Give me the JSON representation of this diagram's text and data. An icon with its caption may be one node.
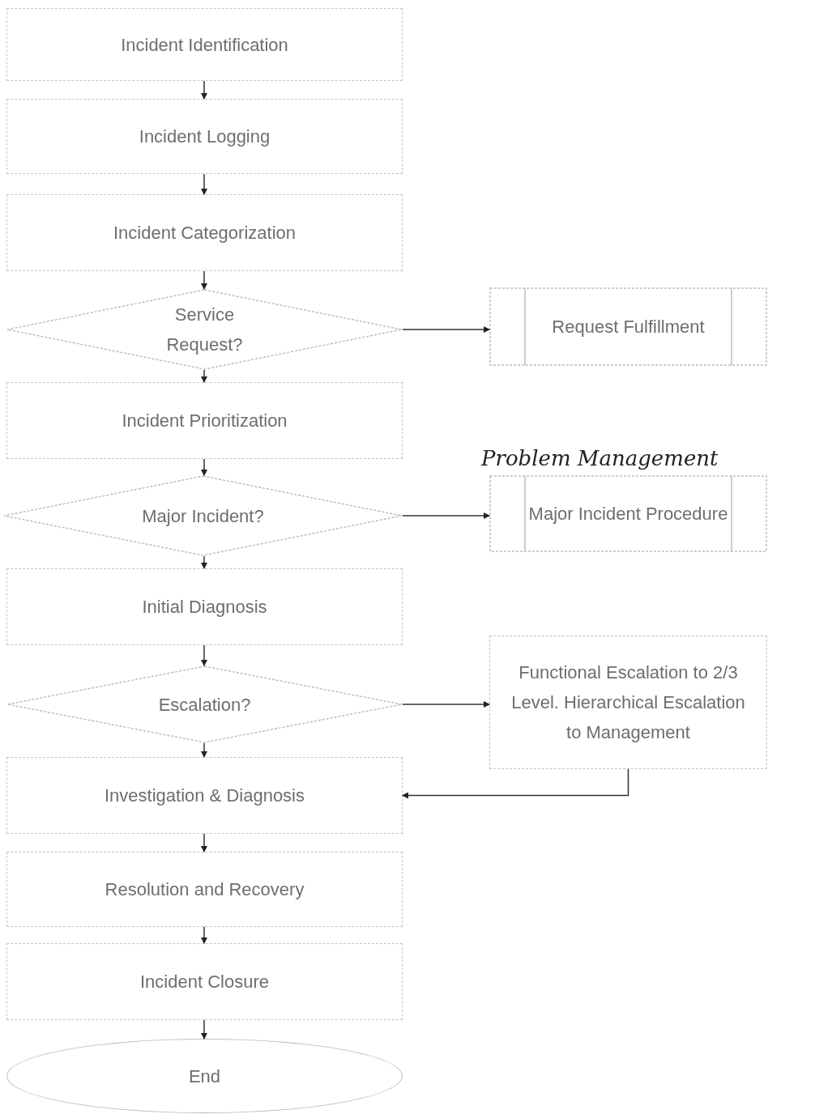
{
  "diagram": {
    "nodes": [
      {
        "text": [
          "Incident Identification"
        ]
      },
      {
        "text": [
          "Incident Logging"
        ]
      },
      {
        "text": [
          "Incident Categorization"
        ]
      },
      {
        "text": [
          "Service Request?"
        ]
      },
      {
        "text": [
          "Request Fulfillment"
        ]
      },
      {
        "text": [
          "Incident Prioritization"
        ]
      },
      {
        "text": [
          "Major Incident?"
        ]
      },
      {
        "text": [
          "Major Incident Procedure"
        ],
        "beside": [
          "Problem Management"
        ]
      },
      {
        "text": [
          "Initial Diagnosis"
        ]
      },
      {
        "text": [
          "Escalation?"
        ]
      },
      {
        "text": [
          "Functional Escalation to 2/3 Level. Hierarchical Escalation to Management"
        ]
      },
      {
        "text": [
          "Investigation & Diagnosis"
        ]
      },
      {
        "text": [
          "Resolution and Recovery"
        ]
      },
      {
        "text": [
          "Incident Closure"
        ]
      },
      {
        "text": [
          "End"
        ]
      }
    ],
    "edges": [
      {
        "from": 0,
        "to": 1,
        "arrow": "to"
      },
      {
        "from": 1,
        "to": 2,
        "arrow": "to"
      },
      {
        "from": 2,
        "to": 3,
        "arrow": "to"
      },
      {
        "from": 3,
        "to": 4,
        "arrow": "to"
      },
      {
        "from": 3,
        "to": 5,
        "arrow": "to"
      },
      {
        "from": 5,
        "to": 6,
        "arrow": "to"
      },
      {
        "from": 6,
        "to": 7,
        "arrow": "to"
      },
      {
        "from": 6,
        "to": 8,
        "arrow": "to"
      },
      {
        "from": 8,
        "to": 9,
        "arrow": "to"
      },
      {
        "from": 9,
        "to": 10,
        "arrow": "to"
      },
      {
        "from": 9,
        "to": 11,
        "arrow": "to"
      },
      {
        "from": 10,
        "to": 11,
        "arrow": "to"
      },
      {
        "from": 11,
        "to": 12,
        "arrow": "to"
      },
      {
        "from": 12,
        "to": 13,
        "arrow": "to"
      },
      {
        "from": 13,
        "to": 14,
        "arrow": "to"
      }
    ]
  }
}
